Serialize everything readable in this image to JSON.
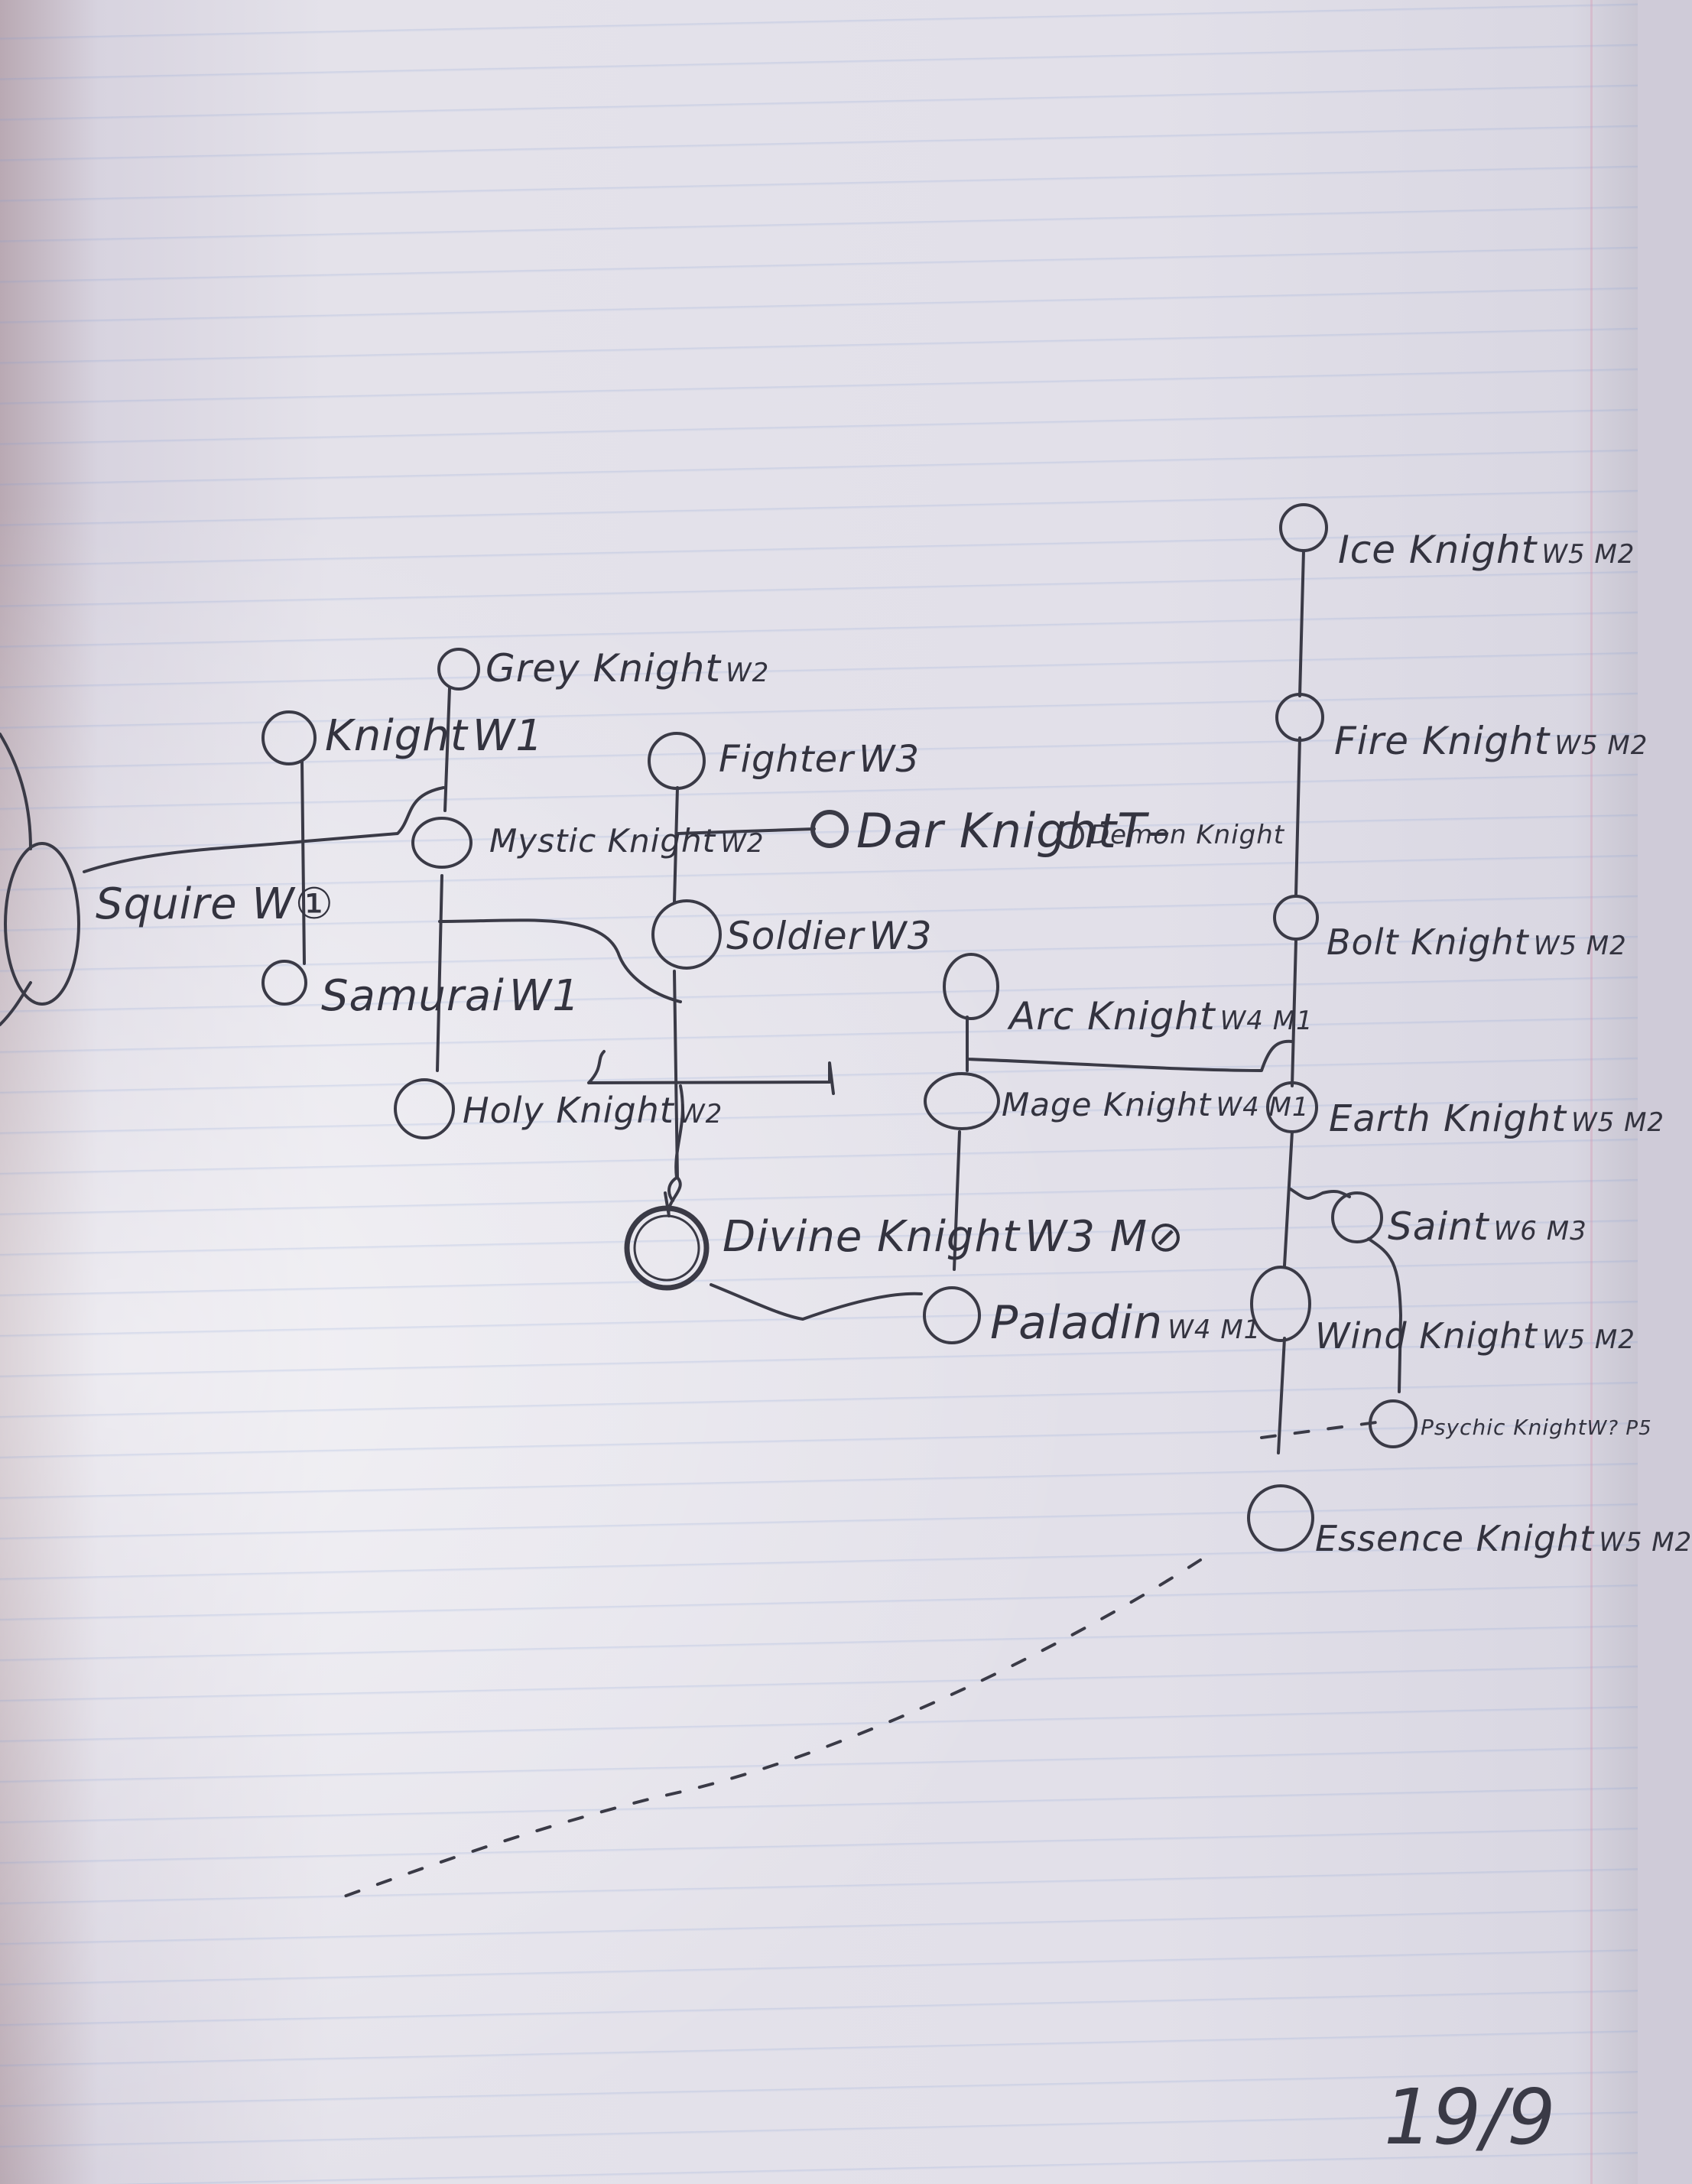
{
  "nodes": [
    {
      "id": "squire",
      "label": "Squire W",
      "tag": "①"
    },
    {
      "id": "knight",
      "label": "Knight",
      "tag": "W1"
    },
    {
      "id": "samurai",
      "label": "Samurai",
      "tag": "W1"
    },
    {
      "id": "grey",
      "label": "Grey Knight",
      "tag": "W2"
    },
    {
      "id": "mystic",
      "label": "Mystic Knight",
      "tag": "W2"
    },
    {
      "id": "holy",
      "label": "Holy Knight",
      "tag": "W2"
    },
    {
      "id": "fighter",
      "label": "Fighter",
      "tag": "W3"
    },
    {
      "id": "soldier",
      "label": "Soldier",
      "tag": "W3"
    },
    {
      "id": "dark",
      "label": "Dar Knight",
      "tag": "T"
    },
    {
      "id": "demon",
      "label": "Demon Knight",
      "tag": ""
    },
    {
      "id": "divine",
      "label": "Divine Knight",
      "tag": "W3 M⊘"
    },
    {
      "id": "arc",
      "label": "Arc Knight",
      "tag": "W4 M1"
    },
    {
      "id": "mage",
      "label": "Mage Knight",
      "tag": "W4 M1"
    },
    {
      "id": "paladin",
      "label": "Paladin",
      "tag": "W4 M1"
    },
    {
      "id": "ice",
      "label": "Ice Knight",
      "tag": "W5 M2"
    },
    {
      "id": "fire",
      "label": "Fire Knight",
      "tag": "W5 M2"
    },
    {
      "id": "bolt",
      "label": "Bolt Knight",
      "tag": "W5 M2"
    },
    {
      "id": "earth",
      "label": "Earth Knight",
      "tag": "W5 M2"
    },
    {
      "id": "saint",
      "label": "Saint",
      "tag": "W6 M3"
    },
    {
      "id": "wind",
      "label": "Wind Knight",
      "tag": "W5 M2"
    },
    {
      "id": "psychic",
      "label": "Psychic Knight",
      "tag": "W? P5"
    },
    {
      "id": "essence",
      "label": "Essence Knight",
      "tag": "W5 M2"
    }
  ],
  "page_number": "19/9",
  "ink_color": "#3a3a46"
}
